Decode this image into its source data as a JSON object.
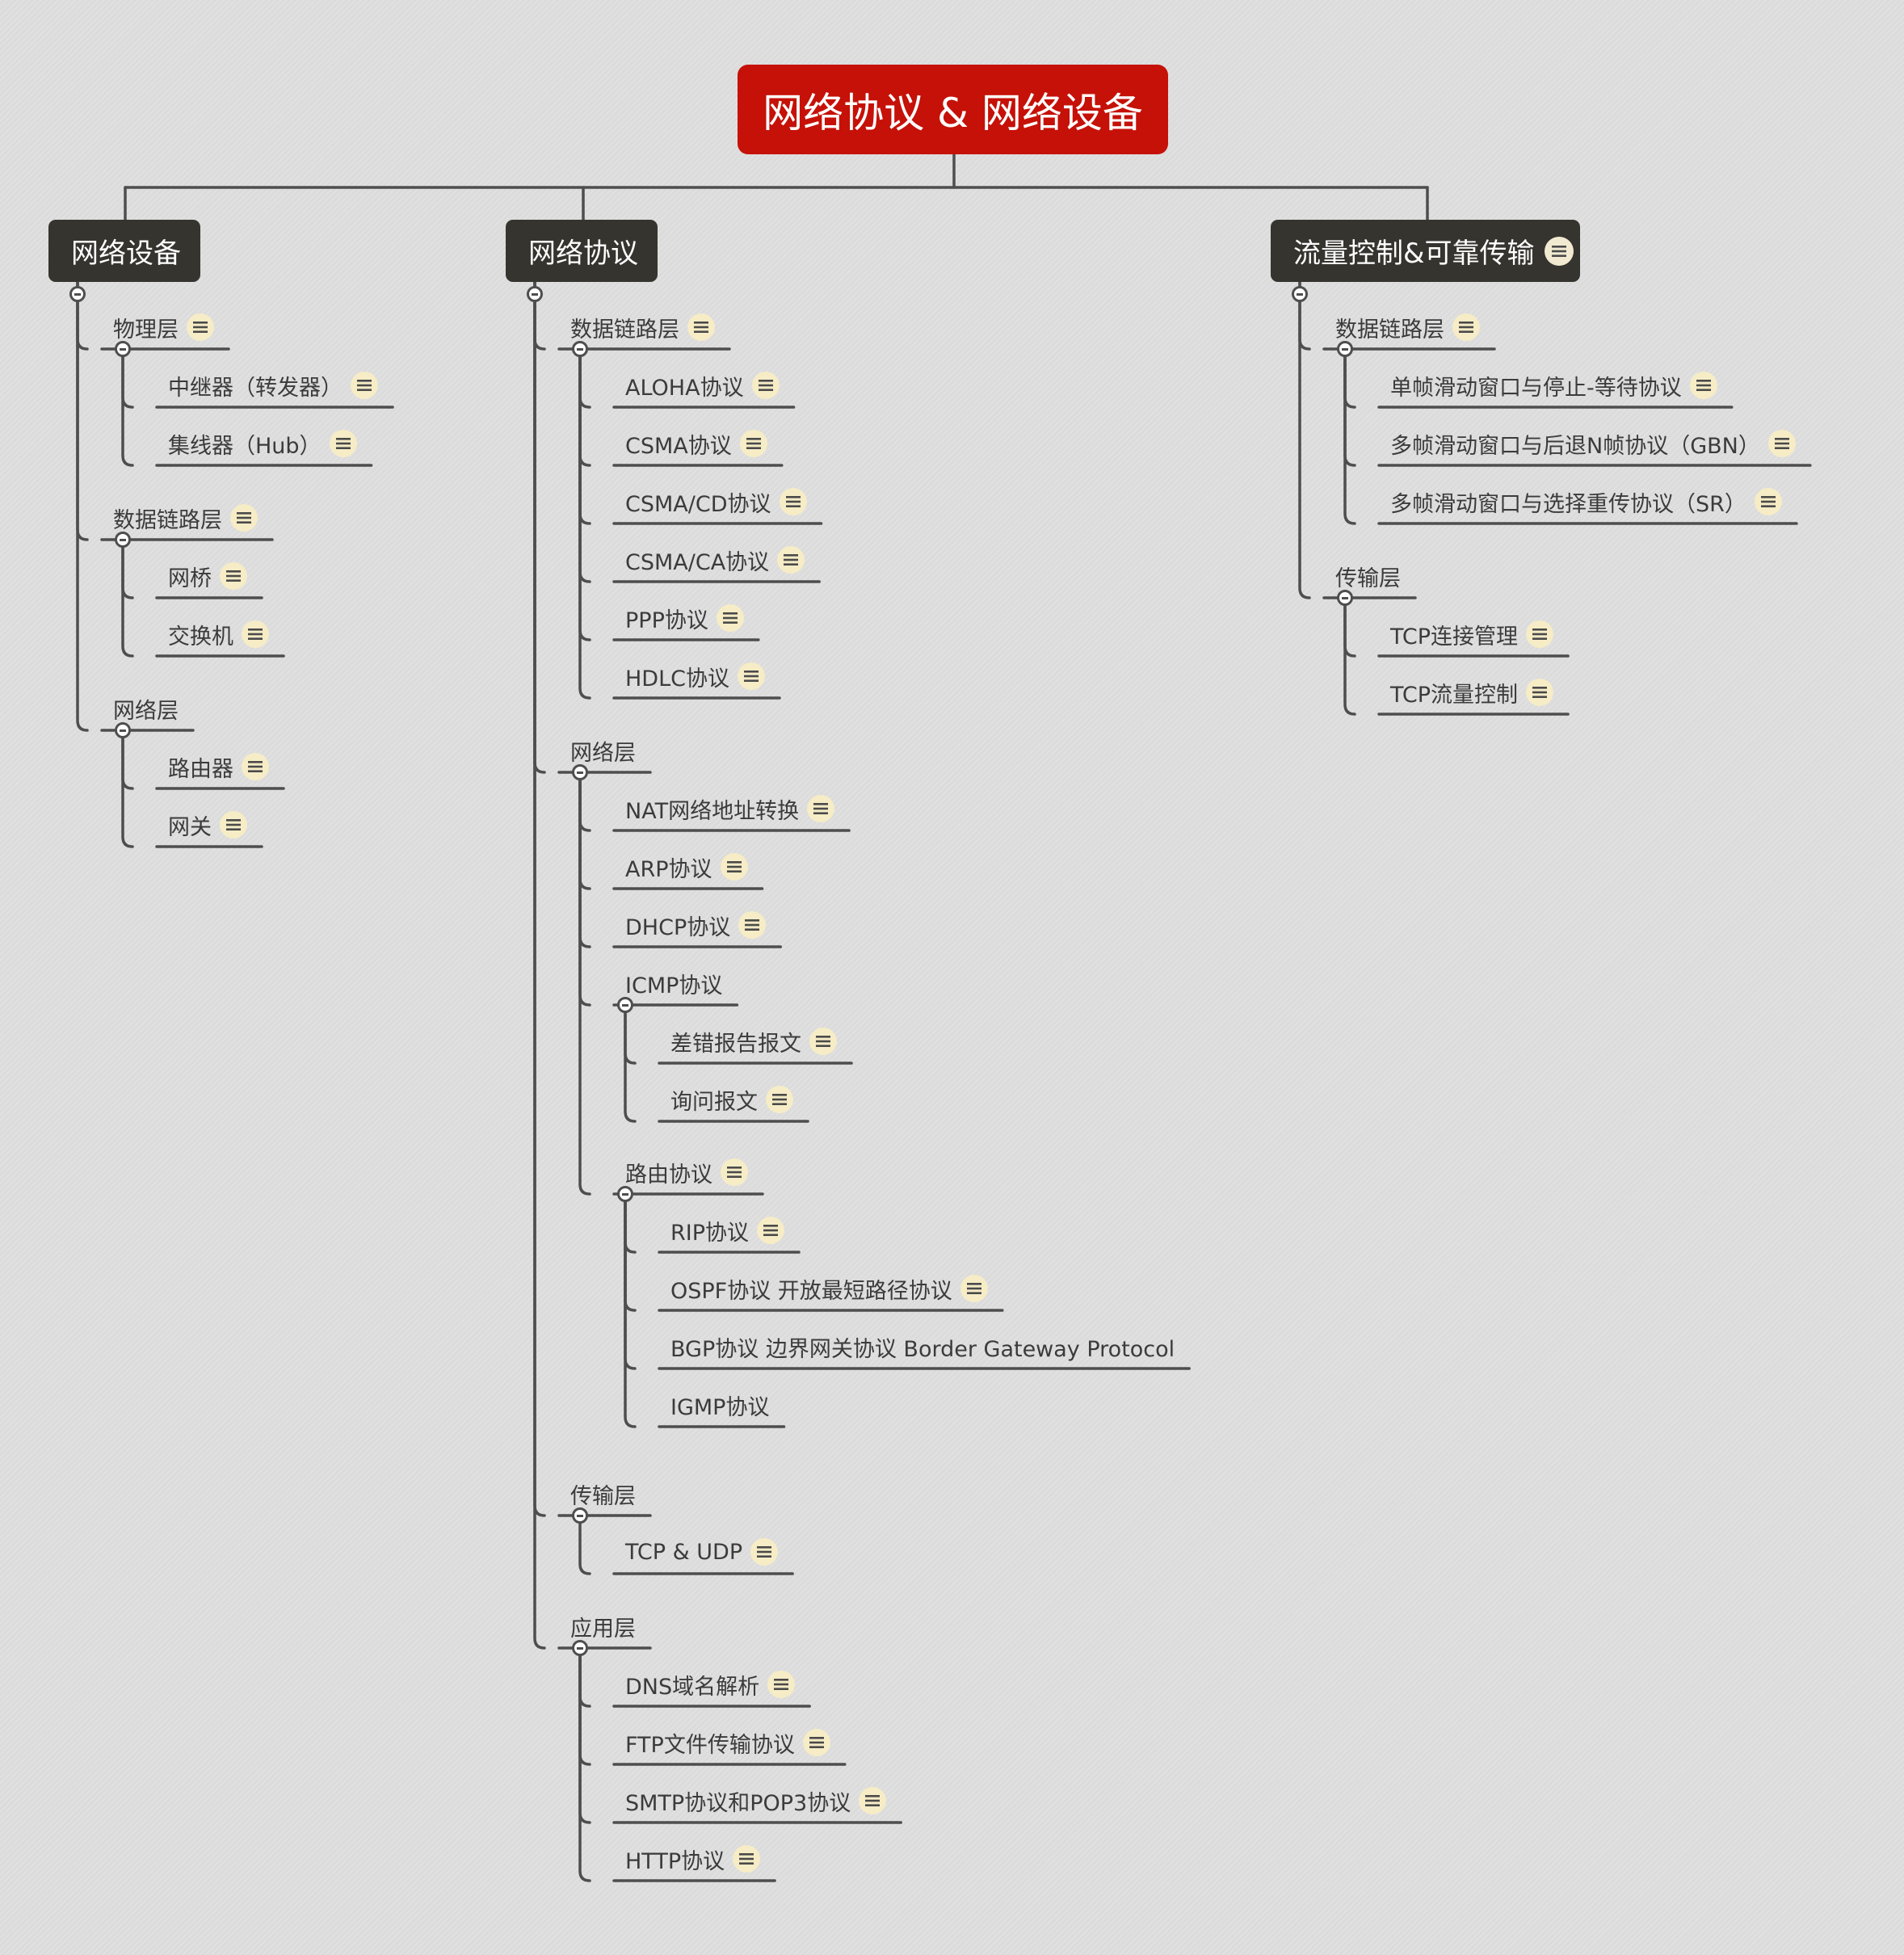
{
  "root": {
    "title": "网络协议 & 网络设备"
  },
  "branches": [
    {
      "label": "网络设备",
      "note": false,
      "groups": [
        {
          "label": "物理层",
          "note": true,
          "items": [
            {
              "label": "中继器（转发器）",
              "note": true
            },
            {
              "label": "集线器（Hub）",
              "note": true
            }
          ]
        },
        {
          "label": "数据链路层",
          "note": true,
          "items": [
            {
              "label": "网桥",
              "note": true
            },
            {
              "label": "交换机",
              "note": true
            }
          ]
        },
        {
          "label": "网络层",
          "note": false,
          "items": [
            {
              "label": "路由器",
              "note": true
            },
            {
              "label": "网关",
              "note": true
            }
          ]
        }
      ]
    },
    {
      "label": "网络协议",
      "note": false,
      "groups": [
        {
          "label": "数据链路层",
          "note": true,
          "items": [
            {
              "label": "ALOHA协议",
              "note": true
            },
            {
              "label": "CSMA协议",
              "note": true
            },
            {
              "label": "CSMA/CD协议",
              "note": true
            },
            {
              "label": "CSMA/CA协议",
              "note": true
            },
            {
              "label": "PPP协议",
              "note": true
            },
            {
              "label": "HDLC协议",
              "note": true
            }
          ]
        },
        {
          "label": "网络层",
          "note": false,
          "items": [
            {
              "label": "NAT网络地址转换",
              "note": true
            },
            {
              "label": "ARP协议",
              "note": true
            },
            {
              "label": "DHCP协议",
              "note": true
            },
            {
              "label": "ICMP协议",
              "note": false,
              "children": [
                {
                  "label": "差错报告报文",
                  "note": true
                },
                {
                  "label": "询问报文",
                  "note": true
                }
              ]
            },
            {
              "label": "路由协议",
              "note": true,
              "children": [
                {
                  "label": "RIP协议",
                  "note": true
                },
                {
                  "label": "OSPF协议 开放最短路径协议",
                  "note": true
                },
                {
                  "label": "BGP协议 边界网关协议 Border Gateway Protocol",
                  "note": false
                },
                {
                  "label": "IGMP协议",
                  "note": false
                }
              ]
            }
          ]
        },
        {
          "label": "传输层",
          "note": false,
          "items": [
            {
              "label": "TCP & UDP",
              "note": true
            }
          ]
        },
        {
          "label": "应用层",
          "note": false,
          "items": [
            {
              "label": "DNS域名解析",
              "note": true
            },
            {
              "label": "FTP文件传输协议",
              "note": true
            },
            {
              "label": "SMTP协议和POP3协议",
              "note": true
            },
            {
              "label": "HTTP协议",
              "note": true
            }
          ]
        }
      ]
    },
    {
      "label": "流量控制&可靠传输",
      "note": true,
      "groups": [
        {
          "label": "数据链路层",
          "note": true,
          "items": [
            {
              "label": "单帧滑动窗口与停止-等待协议",
              "note": true
            },
            {
              "label": "多帧滑动窗口与后退N帧协议（GBN）",
              "note": true
            },
            {
              "label": "多帧滑动窗口与选择重传协议（SR）",
              "note": true
            }
          ]
        },
        {
          "label": "传输层",
          "note": false,
          "items": [
            {
              "label": "TCP连接管理",
              "note": true
            },
            {
              "label": "TCP流量控制",
              "note": true
            }
          ]
        }
      ]
    }
  ],
  "colors": {
    "root_bg": "#c51108",
    "branch_bg": "#35342f",
    "line": "#4e4e4e",
    "note_bg": "#f6ecc6",
    "text": "#3b3b3b"
  },
  "icons": {
    "note": "note-icon",
    "collapse": "collapse-toggle"
  }
}
